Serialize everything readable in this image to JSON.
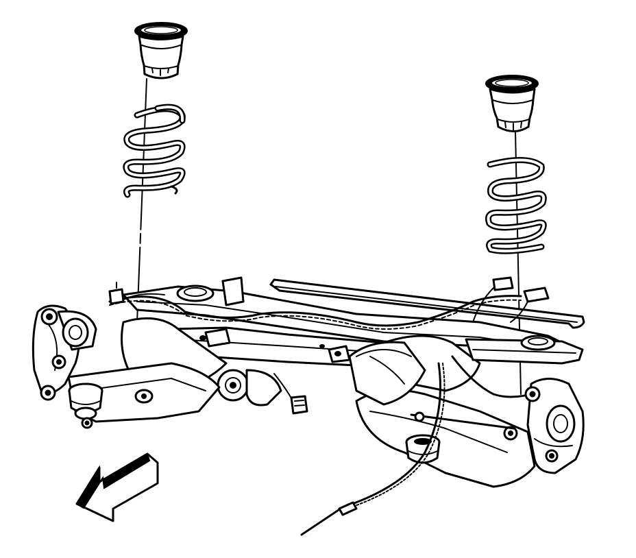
{
  "diagram": {
    "type": "exploded-view line illustration",
    "colors": {
      "line": "#000000",
      "background": "#ffffff"
    },
    "parts": [
      {
        "id": "left-spring-insulator",
        "icon": "insulator-icon"
      },
      {
        "id": "left-coil-spring",
        "icon": "coil-spring-icon"
      },
      {
        "id": "right-spring-insulator",
        "icon": "insulator-icon"
      },
      {
        "id": "right-coil-spring",
        "icon": "coil-spring-icon"
      },
      {
        "id": "rear-suspension-frame",
        "icon": "subframe-icon"
      },
      {
        "id": "stabilizer-bar",
        "icon": "stabilizer-bar-icon"
      },
      {
        "id": "left-knuckle",
        "icon": "knuckle-icon"
      },
      {
        "id": "right-knuckle",
        "icon": "knuckle-icon"
      },
      {
        "id": "brake-cable",
        "icon": "cable-icon"
      },
      {
        "id": "front-direction-arrow",
        "icon": "arrow-icon"
      }
    ]
  }
}
